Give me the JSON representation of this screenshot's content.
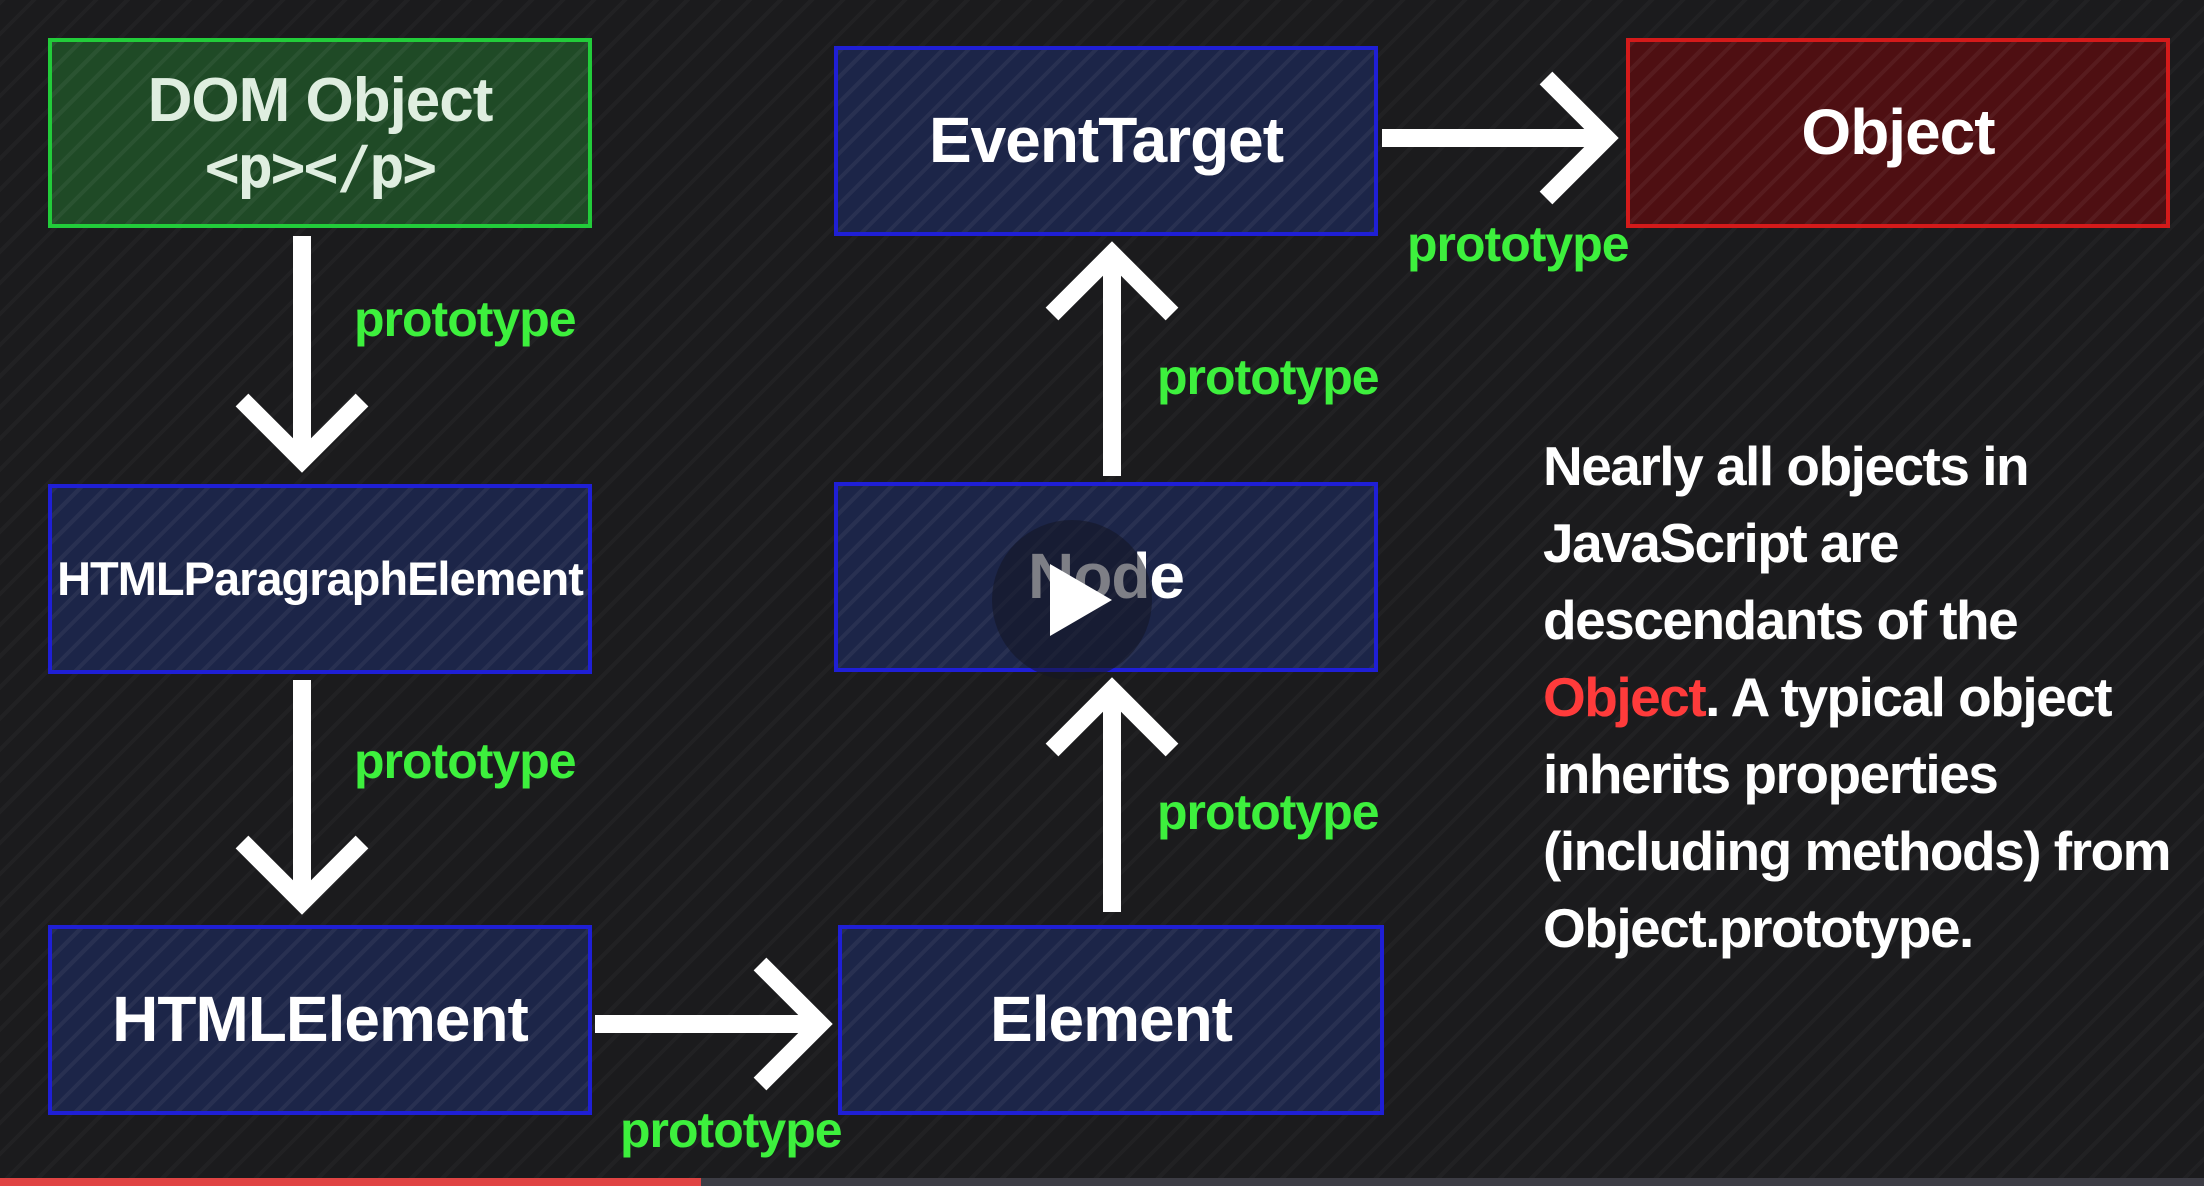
{
  "diagram": {
    "nodes": {
      "dom_object": {
        "title": "DOM Object",
        "code": "<p></p>",
        "color": "#22cc3a"
      },
      "html_paragraph_element": {
        "label": "HTMLParagraphElement",
        "color": "#1f1fd6"
      },
      "html_element": {
        "label": "HTMLElement",
        "color": "#1f1fd6"
      },
      "element": {
        "label": "Element",
        "color": "#1f1fd6"
      },
      "node": {
        "label": "Node",
        "color": "#1f1fd6"
      },
      "event_target": {
        "label": "EventTarget",
        "color": "#1f1fd6"
      },
      "object": {
        "label": "Object",
        "color": "#d41a1a"
      }
    },
    "edge_label": "prototype",
    "edges": [
      {
        "from": "DOM Object",
        "to": "HTMLParagraphElement",
        "label": "prototype"
      },
      {
        "from": "HTMLParagraphElement",
        "to": "HTMLElement",
        "label": "prototype"
      },
      {
        "from": "HTMLElement",
        "to": "Element",
        "label": "prototype"
      },
      {
        "from": "Element",
        "to": "Node",
        "label": "prototype"
      },
      {
        "from": "Node",
        "to": "EventTarget",
        "label": "prototype"
      },
      {
        "from": "EventTarget",
        "to": "Object",
        "label": "prototype"
      }
    ],
    "edge_label_color": "#3df03d"
  },
  "note": {
    "before": "Nearly all objects in JavaScript are descendants of the ",
    "highlight": "Object",
    "after": ". A typical object inherits properties (including methods) from Object.prototype.",
    "highlight_color": "#ff3b3b"
  },
  "player": {
    "play_icon": "play-icon",
    "progress": 0.318
  }
}
